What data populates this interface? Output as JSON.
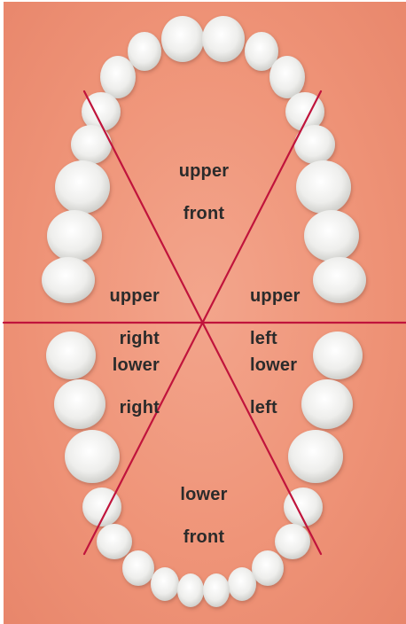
{
  "diagram": {
    "regions": [
      {
        "id": "upper-front",
        "line1": "upper",
        "line2": "front"
      },
      {
        "id": "upper-right",
        "line1": "upper",
        "line2": "right"
      },
      {
        "id": "upper-left",
        "line1": "upper",
        "line2": "left"
      },
      {
        "id": "lower-right",
        "line1": "lower",
        "line2": "right"
      },
      {
        "id": "lower-left",
        "line1": "lower",
        "line2": "left"
      },
      {
        "id": "lower-front",
        "line1": "lower",
        "line2": "front"
      }
    ],
    "colors": {
      "background": "#ef9478",
      "divider_lines": "#c0143c",
      "tooth": "#f4f4f2",
      "tooth_shadow": "#c9c9c6",
      "label_text": "#2b2b2b"
    }
  }
}
